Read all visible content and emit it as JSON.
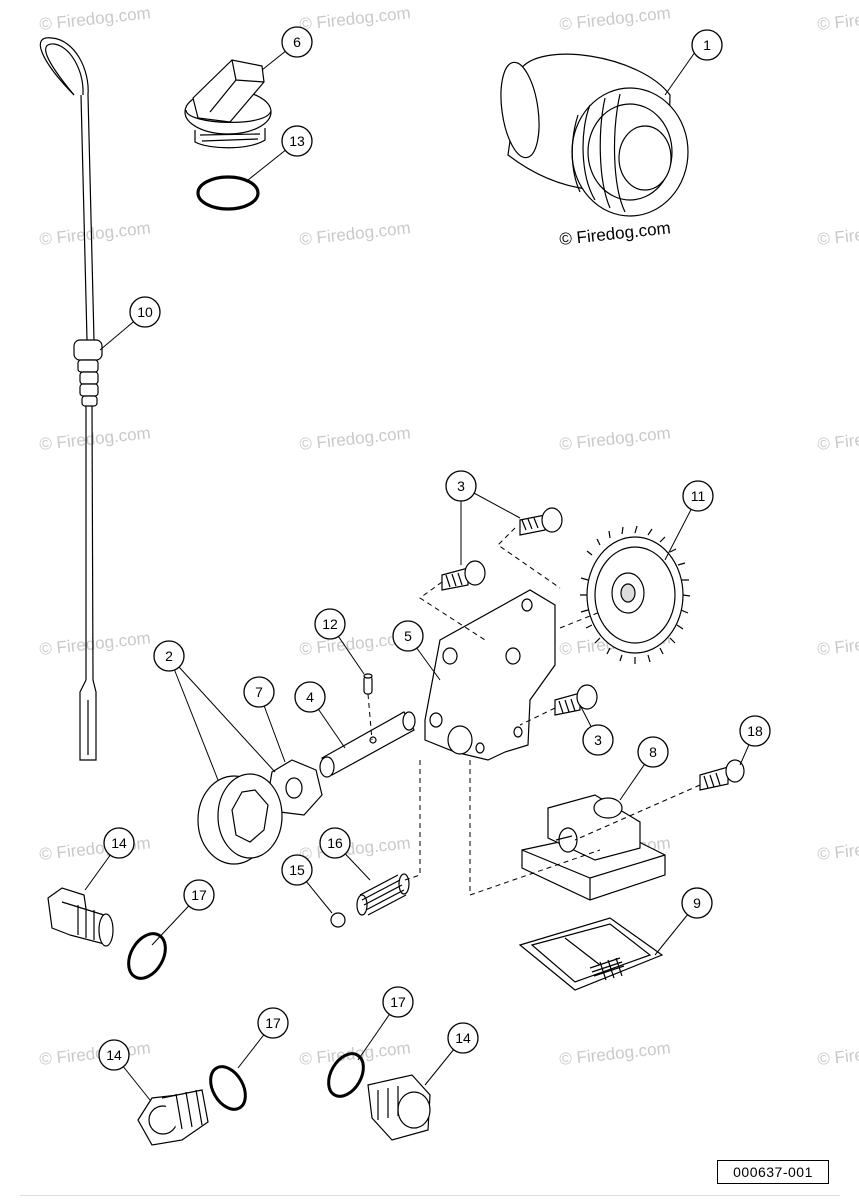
{
  "watermark": "© Firedog.com",
  "copyright_label": "© Firedog.com",
  "reference_number": "000637-001",
  "callouts": [
    {
      "id": "c1",
      "label": "1"
    },
    {
      "id": "c2",
      "label": "2"
    },
    {
      "id": "c3a",
      "label": "3"
    },
    {
      "id": "c3b",
      "label": "3"
    },
    {
      "id": "c4",
      "label": "4"
    },
    {
      "id": "c5",
      "label": "5"
    },
    {
      "id": "c6",
      "label": "6"
    },
    {
      "id": "c7",
      "label": "7"
    },
    {
      "id": "c8",
      "label": "8"
    },
    {
      "id": "c9",
      "label": "9"
    },
    {
      "id": "c10",
      "label": "10"
    },
    {
      "id": "c11",
      "label": "11"
    },
    {
      "id": "c12",
      "label": "12"
    },
    {
      "id": "c13",
      "label": "13"
    },
    {
      "id": "c14a",
      "label": "14"
    },
    {
      "id": "c14b",
      "label": "14"
    },
    {
      "id": "c14c",
      "label": "14"
    },
    {
      "id": "c15",
      "label": "15"
    },
    {
      "id": "c16",
      "label": "16"
    },
    {
      "id": "c17a",
      "label": "17"
    },
    {
      "id": "c17b",
      "label": "17"
    },
    {
      "id": "c17c",
      "label": "17"
    },
    {
      "id": "c18",
      "label": "18"
    }
  ]
}
